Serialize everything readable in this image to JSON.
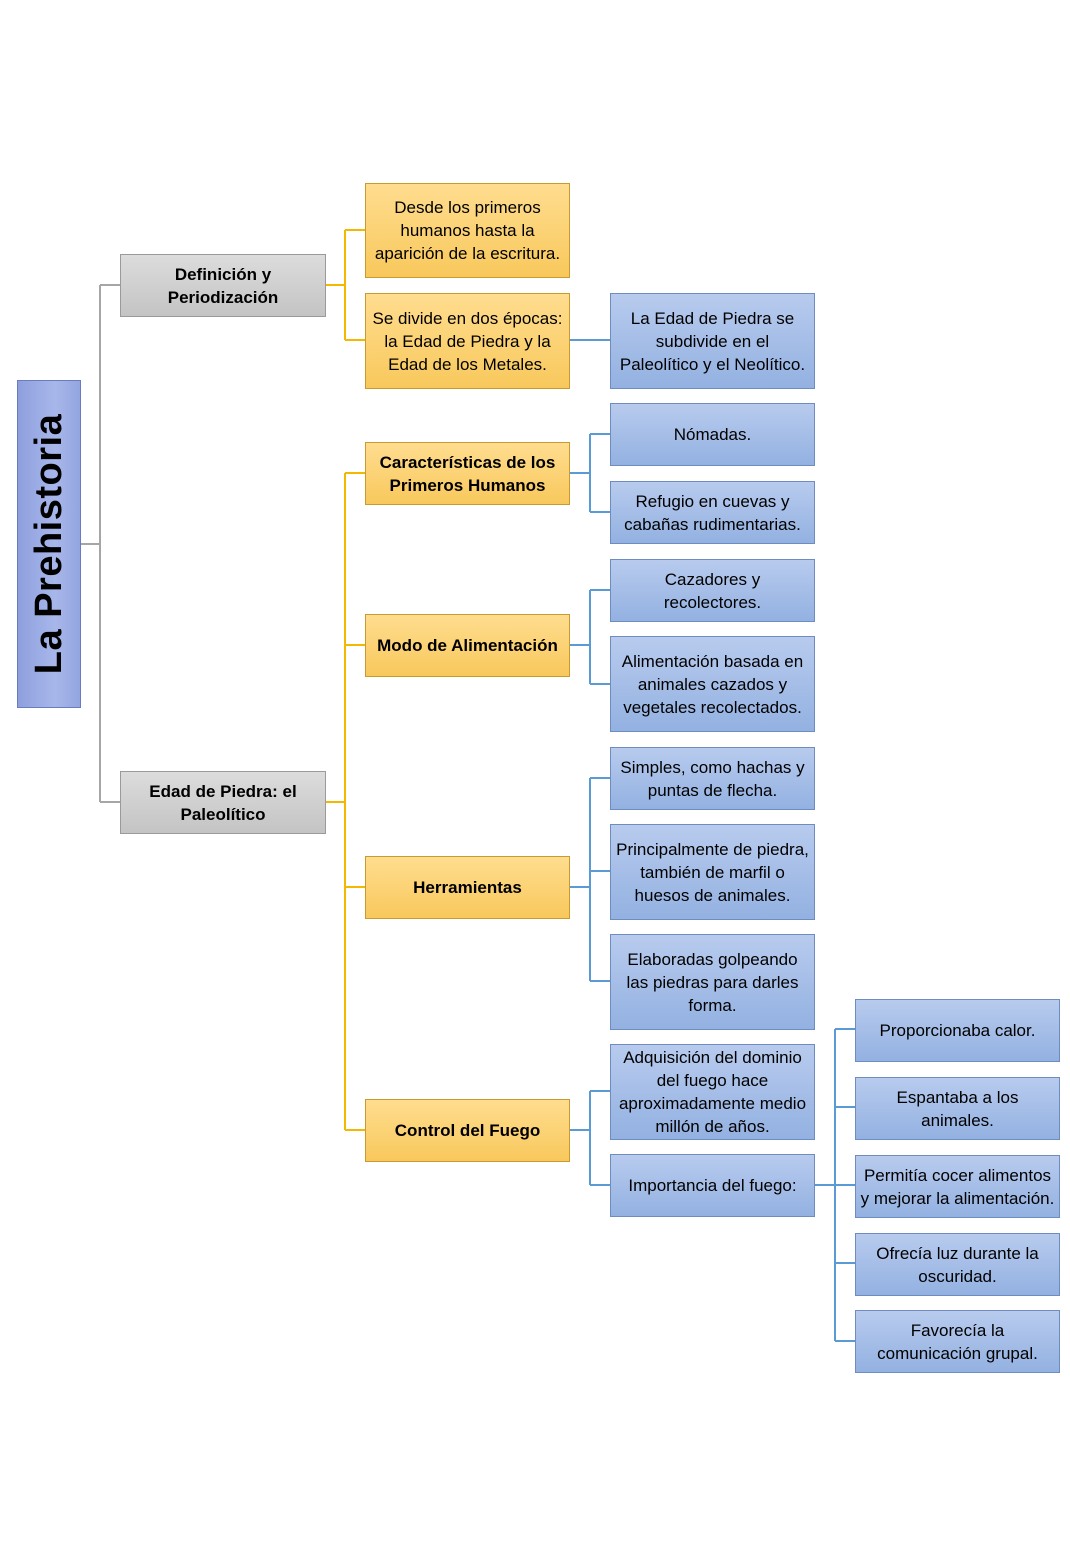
{
  "title": "La Prehistoria",
  "definicion": {
    "label": "Definición y Periodización",
    "desde": "Desde los primeros humanos hasta la aparición de la escritura.",
    "divide": "Se divide en dos épocas: la Edad de Piedra y la Edad de los Metales.",
    "subdivide": "La Edad de Piedra se subdivide en el Paleolítico y el Neolítico."
  },
  "paleolitico": {
    "label": "Edad de Piedra: el Paleolítico",
    "caracteristicas": {
      "label": "Características de los Primeros Humanos",
      "items": [
        "Nómadas.",
        "Refugio en cuevas y cabañas rudimentarias."
      ]
    },
    "alimentacion": {
      "label": "Modo de Alimentación",
      "items": [
        "Cazadores y recolectores.",
        "Alimentación basada en animales cazados y vegetales recolectados."
      ]
    },
    "herramientas": {
      "label": "Herramientas",
      "items": [
        "Simples, como hachas y puntas de flecha.",
        "Principalmente de piedra, también de marfil o huesos de animales.",
        "Elaboradas golpeando las piedras para darles forma."
      ]
    },
    "fuego": {
      "label": "Control del Fuego",
      "adquisicion": "Adquisición del dominio del fuego hace aproximadamente medio millón de años.",
      "importancia": {
        "label": "Importancia del fuego:",
        "items": [
          "Proporcionaba calor.",
          "Espantaba a los animales.",
          "Permitía cocer alimentos y mejorar la alimentación.",
          "Ofrecía luz durante la oscuridad.",
          "Favorecía la comunicación grupal."
        ]
      }
    }
  },
  "colors": {
    "gray_connector": "#a6a6a6",
    "yellow_connector": "#f5b800",
    "blue_connector": "#5b9bd5"
  }
}
